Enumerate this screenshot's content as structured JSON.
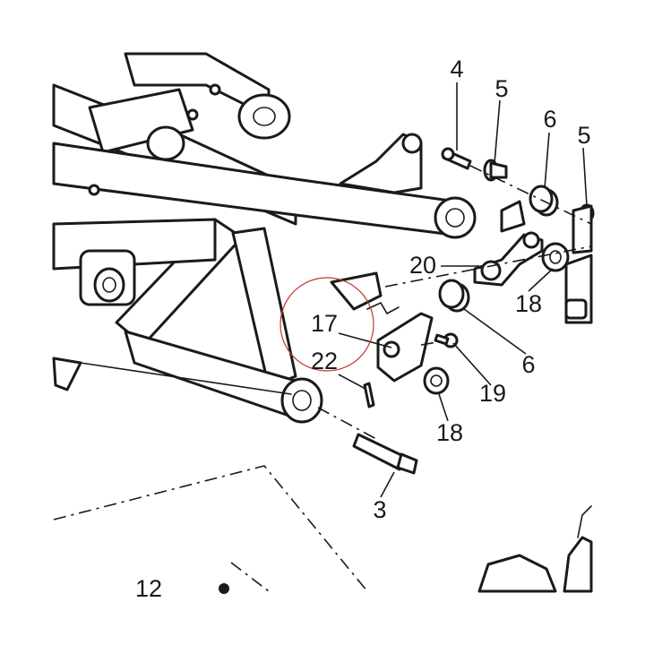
{
  "callouts": [
    {
      "id": "c4",
      "text": "4"
    },
    {
      "id": "c5a",
      "text": "5"
    },
    {
      "id": "c6a",
      "text": "6"
    },
    {
      "id": "c5b",
      "text": "5"
    },
    {
      "id": "c20",
      "text": "20"
    },
    {
      "id": "c18a",
      "text": "18"
    },
    {
      "id": "c17",
      "text": "17"
    },
    {
      "id": "c22",
      "text": "22"
    },
    {
      "id": "c6b",
      "text": "6"
    },
    {
      "id": "c19",
      "text": "19"
    },
    {
      "id": "c18b",
      "text": "18"
    },
    {
      "id": "c3",
      "text": "3"
    },
    {
      "id": "c12",
      "text": "12"
    }
  ],
  "colors": {
    "line": "#1a1a1a",
    "highlight_circle": "#c0392b",
    "background": "#ffffff"
  }
}
